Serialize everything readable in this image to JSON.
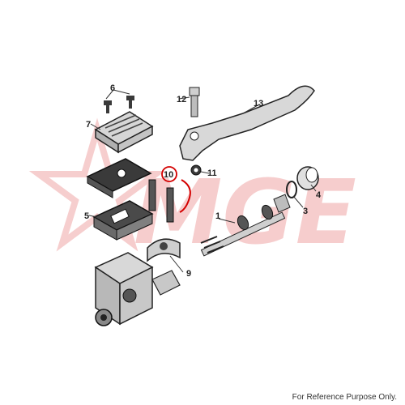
{
  "watermark": {
    "text": "MGE",
    "color": "#e05050"
  },
  "callouts": {
    "c1": "1",
    "c3": "3",
    "c4": "4",
    "c5": "5",
    "c6": "6",
    "c7": "7",
    "c9": "9",
    "c10": "10",
    "c11": "11",
    "c12": "12",
    "c13": "13"
  },
  "highlight_color": "#d40000",
  "footer": {
    "note": "For Reference Purpose Only."
  }
}
